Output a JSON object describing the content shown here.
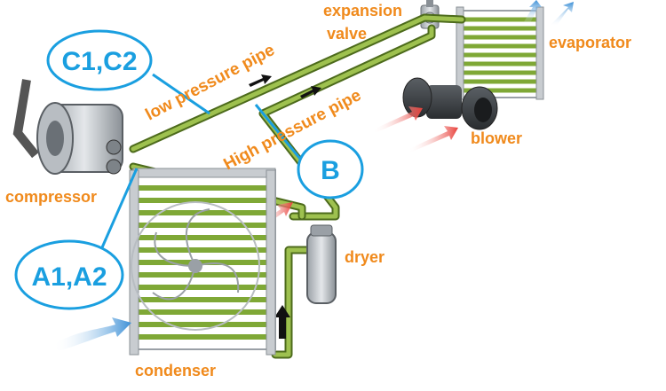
{
  "labels": {
    "expansion_valve_line1": "expansion",
    "expansion_valve_line2": "valve",
    "evaporator": "evaporator",
    "low_pressure_pipe": "low pressure pipe",
    "high_pressure_pipe": "High pressure pipe",
    "blower": "blower",
    "compressor": "compressor",
    "dryer": "dryer",
    "condenser": "condenser"
  },
  "callouts": {
    "c1c2": "C1,C2",
    "b": "B",
    "a1a2": "A1,A2"
  },
  "colors": {
    "label_orange": "#f08a1c",
    "callout_blue": "#1a9fe0",
    "pipe_green": "#7fa836",
    "pipe_dark": "#4d6b1c",
    "airflow_red": "#e8403a",
    "airflow_blue": "#3b8fd6"
  }
}
